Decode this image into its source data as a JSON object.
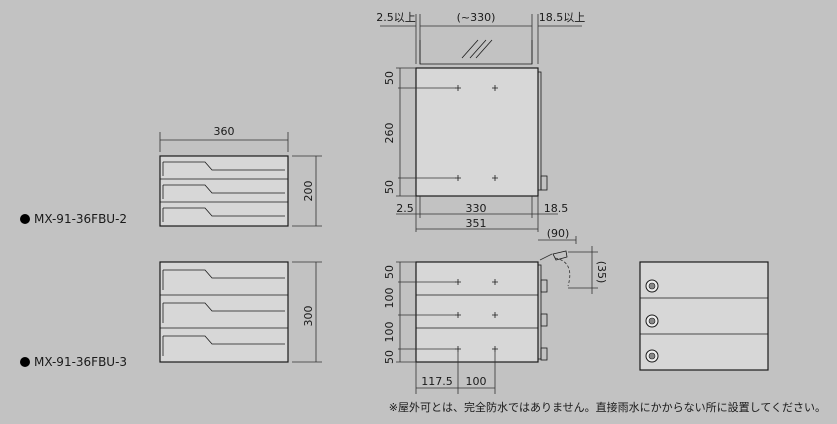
{
  "models": {
    "two": {
      "label": "MX-91-36FBU-2",
      "width": "360",
      "height": "200"
    },
    "three": {
      "label": "MX-91-36FBU-3",
      "height": "300"
    }
  },
  "side_view": {
    "top_left": "2.5以上",
    "top_center": "(~330)",
    "top_right": "18.5以上",
    "vert": [
      "50",
      "260",
      "50"
    ],
    "bottom_left": "2.5",
    "bottom_center": "330",
    "bottom_right": "18.5",
    "total": "351"
  },
  "lower_view": {
    "open_label": "(90)",
    "side_label": "(35)",
    "vert": [
      "50",
      "100",
      "100",
      "50"
    ],
    "bottom_left": "117.5",
    "bottom_right": "100"
  },
  "footer_note": "※屋外可とは、完全防水ではありません。直接雨水にかからない所に設置してください。",
  "colors": {
    "background": "#c2c2c2",
    "box_fill": "#d7d7d7",
    "line": "#1a1a1a"
  }
}
